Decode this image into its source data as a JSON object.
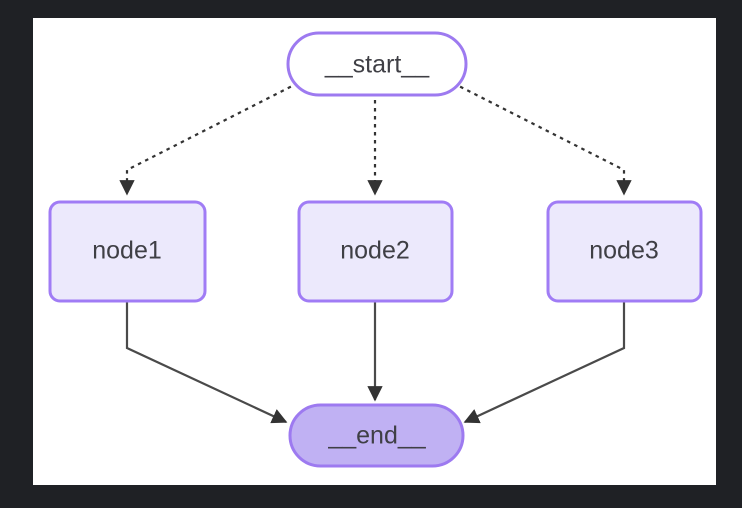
{
  "canvas": {
    "background": "#ffffff",
    "outer_background": "#1f2125"
  },
  "theme": {
    "node_fill": "#ece9fc",
    "node_stroke": "#a07cf5",
    "start_fill": "#ffffff",
    "start_stroke": "#9d7af0",
    "end_fill": "#c0b1f3",
    "end_stroke": "#9d7af0",
    "text_color": "#3f3f45",
    "edge_color": "#4a4a4a"
  },
  "graph": {
    "nodes": [
      {
        "id": "start",
        "label": "__start__",
        "shape": "stadium",
        "fill": "#ffffff"
      },
      {
        "id": "node1",
        "label": "node1",
        "shape": "rect",
        "fill": "#ece9fc"
      },
      {
        "id": "node2",
        "label": "node2",
        "shape": "rect",
        "fill": "#ece9fc"
      },
      {
        "id": "node3",
        "label": "node3",
        "shape": "rect",
        "fill": "#ece9fc"
      },
      {
        "id": "end",
        "label": "__end__",
        "shape": "stadium",
        "fill": "#c0b1f3"
      }
    ],
    "edges": [
      {
        "from": "start",
        "to": "node1",
        "style": "dashed"
      },
      {
        "from": "start",
        "to": "node2",
        "style": "dashed"
      },
      {
        "from": "start",
        "to": "node3",
        "style": "dashed"
      },
      {
        "from": "node1",
        "to": "end",
        "style": "solid"
      },
      {
        "from": "node2",
        "to": "end",
        "style": "solid"
      },
      {
        "from": "node3",
        "to": "end",
        "style": "solid"
      }
    ]
  }
}
